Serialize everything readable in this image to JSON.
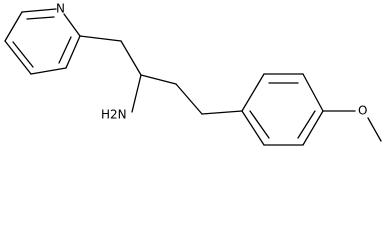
{
  "molecule": {
    "labels": {
      "nitrogen_ring": "N",
      "amine": "H2N",
      "ether_oxygen": "O"
    }
  }
}
